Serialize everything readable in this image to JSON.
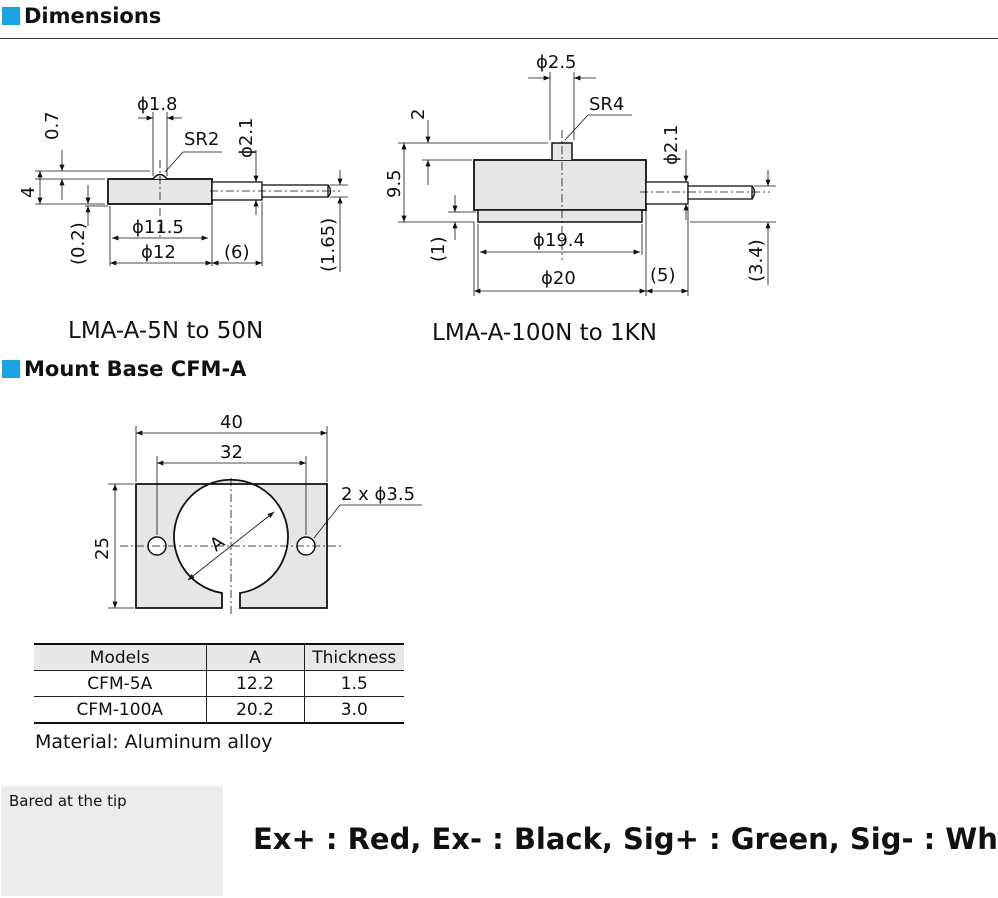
{
  "sections": {
    "dimensions": "Dimensions",
    "mount_base": "Mount Base CFM-A"
  },
  "colors": {
    "accent": "#1aa3e0",
    "rule": "#333333",
    "body_fill": "#e6e6e6",
    "wire_red": "#e0208a",
    "wire_green": "#1a9a3a"
  },
  "drawing_small": {
    "caption": "LMA-A-5N to 50N",
    "dims": {
      "phi_tip": "ϕ1.8",
      "sr": "SR2",
      "d07": "0.7",
      "d4": "4",
      "phi_cable": "ϕ2.1",
      "d02": "(0.2)",
      "phi115": "ϕ11.5",
      "phi12": "ϕ12",
      "d6": "(6)",
      "d165": "(1.65)"
    }
  },
  "drawing_large": {
    "caption": "LMA-A-100N to 1KN",
    "dims": {
      "phi_tip": "ϕ2.5",
      "sr": "SR4",
      "d2": "2",
      "d95": "9.5",
      "phi_cable": "ϕ2.1",
      "d1": "(1)",
      "phi194": "ϕ19.4",
      "phi20": "ϕ20",
      "d5": "(5)",
      "d34": "(3.4)"
    }
  },
  "mount_base": {
    "dims": {
      "w40": "40",
      "w32": "32",
      "h25": "25",
      "holes": "2 x ϕ3.5",
      "a": "A"
    },
    "table": {
      "headers": [
        "Models",
        "A",
        "Thickness"
      ],
      "rows": [
        [
          "CFM-5A",
          "12.2",
          "1.5"
        ],
        [
          "CFM-100A",
          "20.2",
          "3.0"
        ]
      ]
    },
    "material": "Material: Aluminum alloy"
  },
  "wiring": {
    "label": "Bared at the tip",
    "legend": "Ex+ : Red, Ex- : Black, Sig+ : Green, Sig- : White"
  }
}
